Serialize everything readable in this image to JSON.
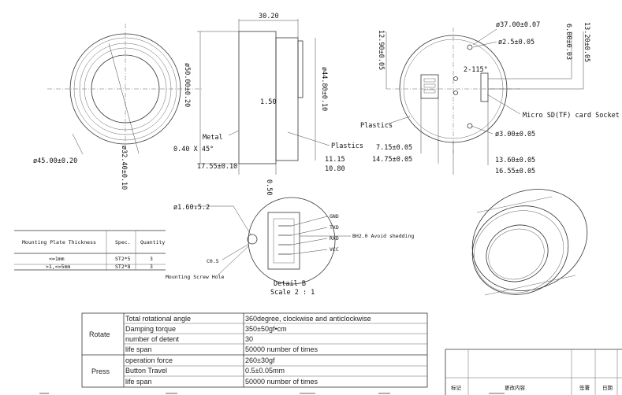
{
  "dims": {
    "top_width": "30.20",
    "outer_dia_left": "ø45.00±0.20",
    "inner_dia_left": "ø32.40±0.10",
    "side_height": "ø50.00±0.20",
    "knob_height": "ø44.80±0.10",
    "wall": "1.50",
    "chamfer": "0.40 X 45°",
    "h_total": "17.55±0.10",
    "h_a": "11.15",
    "h_b": "10.80",
    "h_c": "0.50",
    "back_outer": "ø37.00±0.07",
    "back_hole": "ø2.5±0.05",
    "back_v1": "12.90±0.05",
    "angle": "2-115°",
    "back_v2": "6.00±0.03",
    "back_v3": "13.20±0.05",
    "back_h1": "7.15±0.05",
    "back_h2": "14.75±0.05",
    "screw_hole": "ø3.00±0.05",
    "back_h3": "13.60±0.05",
    "back_h4": "16.55±0.05",
    "hole_detail": "ø1.60↓5.2",
    "c05": "C0.5"
  },
  "labels": {
    "metal": "Metal",
    "plastics_side": "Plastics",
    "plastics_back": "Plastics",
    "sd_socket": "Micro SD(TF) card Socket",
    "gnd": "GND",
    "txd": "TXD",
    "rxd": "RXD",
    "vcc": "VCC",
    "shading": "BH2.0 Avoid shedding",
    "mounting_hole": "Mounting Screw Hole",
    "detail_title": "Detail B",
    "detail_scale": "Scale 2 : 1"
  },
  "plate_table": {
    "headers": [
      "Mounting Plate Thickness",
      "Spec.",
      "Quantity"
    ],
    "rows": [
      [
        "<=1mm",
        "ST2*5",
        "3"
      ],
      [
        ">1,<=5mm",
        "ST2*8",
        "3"
      ]
    ]
  },
  "spec_table": {
    "groups": [
      {
        "name": "Rotate",
        "rows": [
          [
            "Total rotational angle",
            "360degree,  clockwise and anticlockwise"
          ],
          [
            "Damping torque",
            "350±50gf•cm"
          ],
          [
            "number  of detent",
            "30"
          ],
          [
            "life span",
            "50000 number of times"
          ]
        ]
      },
      {
        "name": "Press",
        "rows": [
          [
            "operation force",
            "260±30gf"
          ],
          [
            "Button Travel",
            "0.5±0.05mm"
          ],
          [
            "life span",
            "50000 number of times"
          ]
        ]
      }
    ]
  },
  "title_block": {
    "c1": "标记",
    "c2": "更改内容",
    "c3": "签署",
    "c4": "日期"
  }
}
